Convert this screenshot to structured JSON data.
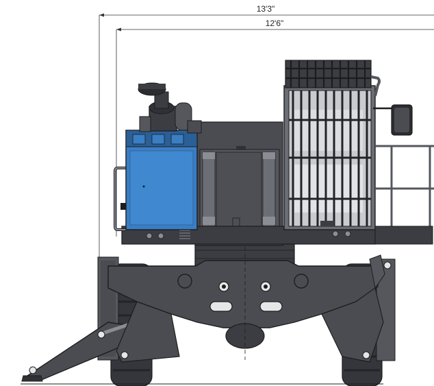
{
  "dimensions": {
    "overall_width": "13'3\"",
    "inner_width": "12'6\""
  },
  "colors": {
    "body": "#4a4c52",
    "body_dark": "#2f3136",
    "body_light": "#6b6e75",
    "blue": "#3a7ec4",
    "blue_dark": "#2a5f98",
    "tire": "#34363b",
    "outline": "#1d1d1d"
  },
  "components": {
    "engine_cover": "blue-panel",
    "cab": "operator-cage",
    "mirror": "side-mirror",
    "outrigger_left": "outrigger",
    "outrigger_right": "outrigger"
  }
}
